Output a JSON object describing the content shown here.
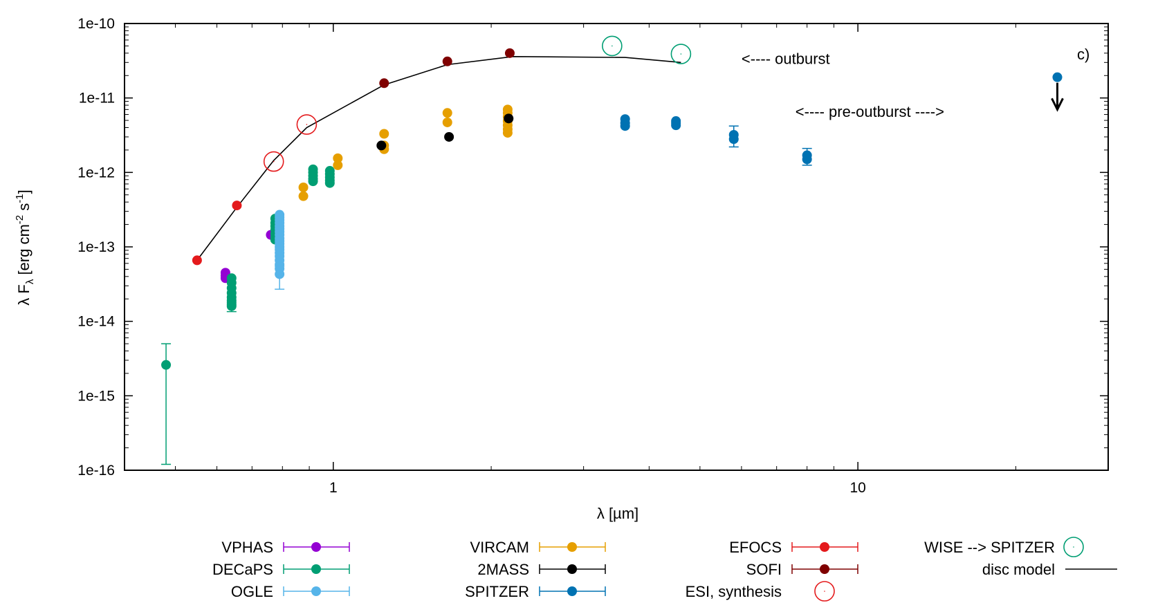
{
  "chart_data": {
    "type": "scatter",
    "xscale": "log",
    "yscale": "log",
    "xlim": [
      0.4,
      30
    ],
    "ylim": [
      1e-16,
      1e-10
    ],
    "xlabel": "λ [µm]",
    "ylabel": "λ Fλ [erg cm-2 s-1]",
    "x_ticks": [
      {
        "value": 1,
        "label": "1"
      },
      {
        "value": 10,
        "label": "10"
      }
    ],
    "y_ticks": [
      {
        "value": 1e-10,
        "label": "1e-10"
      },
      {
        "value": 1e-11,
        "label": "1e-11"
      },
      {
        "value": 1e-12,
        "label": "1e-12"
      },
      {
        "value": 1e-13,
        "label": "1e-13"
      },
      {
        "value": 1e-14,
        "label": "1e-14"
      },
      {
        "value": 1e-15,
        "label": "1e-15"
      },
      {
        "value": 1e-16,
        "label": "1e-16"
      }
    ],
    "panel_label": "c)",
    "annotations": [
      {
        "text": "<---- outburst",
        "x": 6.0,
        "y": 3.4e-11
      },
      {
        "text": "<---- pre-outburst ---->",
        "x": 7.6,
        "y": 6.6e-12
      }
    ],
    "upper_limit": {
      "series": "SPITZER",
      "x": 24,
      "y": 1.9e-11,
      "arrow_to": 7e-12
    },
    "series": [
      {
        "name": "VPHAS",
        "color": "#9400d3",
        "marker": "filled-circle",
        "points": [
          [
            0.623,
            4.5e-14
          ],
          [
            0.623,
            4.1e-14
          ],
          [
            0.623,
            3.8e-14
          ],
          [
            0.76,
            1.45e-13
          ]
        ]
      },
      {
        "name": "DECaPS",
        "color": "#009e73",
        "marker": "filled-circle",
        "points": [
          [
            0.48,
            2.6e-15,
            1.2e-16,
            5e-15
          ],
          [
            0.64,
            3.8e-14
          ],
          [
            0.64,
            3.3e-14
          ],
          [
            0.64,
            2.8e-14
          ],
          [
            0.64,
            2.4e-14
          ],
          [
            0.64,
            2.1e-14
          ],
          [
            0.64,
            1.9e-14
          ],
          [
            0.64,
            1.7e-14
          ],
          [
            0.64,
            1.6e-14,
            1.35e-14,
            1.8e-14
          ],
          [
            0.775,
            2.4e-13
          ],
          [
            0.775,
            2.1e-13
          ],
          [
            0.775,
            1.9e-13
          ],
          [
            0.775,
            1.7e-13
          ],
          [
            0.775,
            1.5e-13
          ],
          [
            0.775,
            1.35e-13
          ],
          [
            0.775,
            1.25e-13
          ],
          [
            0.915,
            1.1e-12
          ],
          [
            0.915,
            1e-12
          ],
          [
            0.915,
            9e-13
          ],
          [
            0.915,
            8.2e-13
          ],
          [
            0.915,
            7.6e-13
          ],
          [
            0.985,
            1.05e-12
          ],
          [
            0.985,
            9.5e-13
          ],
          [
            0.985,
            8.6e-13
          ],
          [
            0.985,
            7.8e-13
          ],
          [
            0.985,
            7.2e-13
          ]
        ]
      },
      {
        "name": "OGLE",
        "color": "#56b4e9",
        "marker": "filled-circle",
        "points": [
          [
            0.79,
            2.7e-13
          ],
          [
            0.79,
            2.5e-13
          ],
          [
            0.79,
            2.3e-13
          ],
          [
            0.79,
            2.1e-13
          ],
          [
            0.79,
            1.9e-13
          ],
          [
            0.79,
            1.75e-13
          ],
          [
            0.79,
            1.6e-13
          ],
          [
            0.79,
            1.45e-13
          ],
          [
            0.79,
            1.3e-13
          ],
          [
            0.79,
            1.2e-13
          ],
          [
            0.79,
            1.1e-13
          ],
          [
            0.79,
            1e-13
          ],
          [
            0.79,
            9.2e-14
          ],
          [
            0.79,
            8.3e-14
          ],
          [
            0.79,
            7.5e-14
          ],
          [
            0.79,
            6.6e-14
          ],
          [
            0.79,
            5.8e-14
          ],
          [
            0.79,
            5.1e-14
          ],
          [
            0.79,
            4.3e-14,
            2.7e-14,
            5.5e-14
          ]
        ]
      },
      {
        "name": "VIRCAM",
        "color": "#e69f00",
        "marker": "filled-circle",
        "points": [
          [
            0.877,
            6.3e-13
          ],
          [
            0.877,
            4.8e-13
          ],
          [
            1.02,
            1.55e-12
          ],
          [
            1.02,
            1.25e-12
          ],
          [
            1.25,
            3.3e-12
          ],
          [
            1.25,
            2.3e-12
          ],
          [
            1.25,
            2.05e-12
          ],
          [
            1.65,
            6.3e-12
          ],
          [
            1.65,
            4.7e-12
          ],
          [
            2.15,
            7e-12
          ],
          [
            2.15,
            6.3e-12
          ],
          [
            2.15,
            5.6e-12
          ],
          [
            2.15,
            4.9e-12
          ],
          [
            2.15,
            4.3e-12
          ],
          [
            2.15,
            3.8e-12
          ],
          [
            2.15,
            3.4e-12
          ]
        ]
      },
      {
        "name": "2MASS",
        "color": "#000000",
        "marker": "filled-circle",
        "points": [
          [
            1.235,
            2.3e-12
          ],
          [
            1.662,
            3e-12
          ],
          [
            2.159,
            5.3e-12
          ]
        ]
      },
      {
        "name": "SPITZER",
        "color": "#0072b2",
        "marker": "filled-circle",
        "points": [
          [
            3.6,
            5.2e-12
          ],
          [
            3.6,
            4.6e-12
          ],
          [
            3.6,
            4.2e-12
          ],
          [
            4.5,
            4.9e-12
          ],
          [
            4.5,
            4.6e-12
          ],
          [
            4.5,
            4.3e-12
          ],
          [
            5.8,
            3.2e-12,
            2.2e-12,
            4.2e-12
          ],
          [
            5.8,
            2.8e-12
          ],
          [
            8.0,
            1.7e-12,
            1.25e-12,
            2.1e-12
          ],
          [
            8.0,
            1.5e-12
          ],
          [
            24.0,
            1.9e-11
          ]
        ]
      },
      {
        "name": "EFOCS",
        "color": "#e41a1c",
        "marker": "filled-circle",
        "points": [
          [
            0.55,
            6.6e-14
          ],
          [
            0.655,
            3.6e-13
          ]
        ]
      },
      {
        "name": "SOFI",
        "color": "#7f0000",
        "marker": "filled-circle",
        "points": [
          [
            1.25,
            1.58e-11
          ],
          [
            1.65,
            3.1e-11
          ],
          [
            2.17,
            4e-11
          ]
        ]
      },
      {
        "name": "ESI, synthesis",
        "color": "#e41a1c",
        "marker": "open-circle",
        "points": [
          [
            0.77,
            1.4e-12
          ],
          [
            0.89,
            4.4e-12
          ]
        ]
      },
      {
        "name": "WISE --> SPITZER",
        "color": "#009e73",
        "marker": "open-circle",
        "points": [
          [
            3.4,
            5e-11
          ],
          [
            4.6,
            3.9e-11
          ]
        ]
      },
      {
        "name": "disc model",
        "color": "#000000",
        "marker": "line",
        "points": [
          [
            0.55,
            6.6e-14
          ],
          [
            0.655,
            3.4e-13
          ],
          [
            0.77,
            1.45e-12
          ],
          [
            0.89,
            4e-12
          ],
          [
            1.25,
            1.5e-11
          ],
          [
            1.65,
            2.8e-11
          ],
          [
            2.2,
            3.6e-11
          ],
          [
            3.6,
            3.5e-11
          ],
          [
            4.6,
            3e-11
          ]
        ]
      }
    ],
    "legend": {
      "placement": "bottom",
      "entries": [
        {
          "series": "VPHAS",
          "style": "errbar-dot"
        },
        {
          "series": "DECaPS",
          "style": "errbar-dot"
        },
        {
          "series": "OGLE",
          "style": "errbar-dot"
        },
        {
          "series": "VIRCAM",
          "style": "errbar-dot"
        },
        {
          "series": "2MASS",
          "style": "errbar-dot"
        },
        {
          "series": "SPITZER",
          "style": "errbar-dot"
        },
        {
          "series": "EFOCS",
          "style": "errbar-dot"
        },
        {
          "series": "SOFI",
          "style": "errbar-dot"
        },
        {
          "series": "ESI, synthesis",
          "style": "open-circle"
        },
        {
          "series": "WISE --> SPITZER",
          "style": "open-circle"
        },
        {
          "series": "disc model",
          "style": "line"
        }
      ]
    }
  }
}
